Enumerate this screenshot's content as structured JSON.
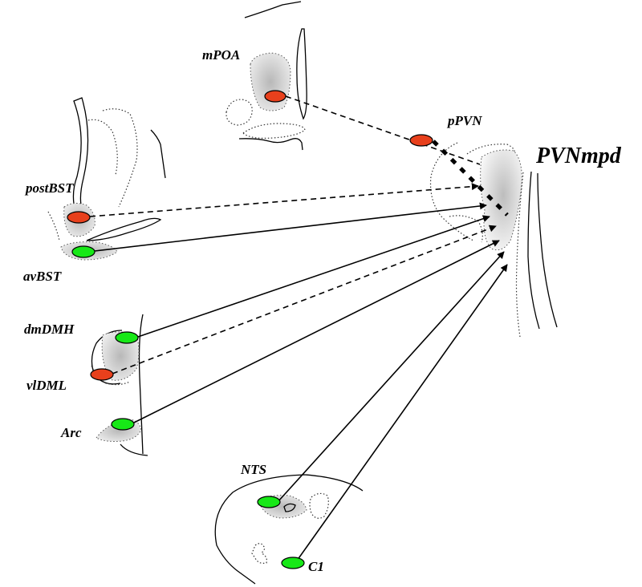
{
  "labels": {
    "mpoa": "mPOA",
    "ppvn": "pPVN",
    "pvnmpd": "PVNmpd",
    "postbst": "postBST",
    "avbst": "avBST",
    "dmdmh": "dmDMH",
    "vldml": "vlDML",
    "arc": "Arc",
    "nts": "NTS",
    "c1": "C1"
  },
  "colors": {
    "red_node": "#e8401c",
    "green_node": "#17e817",
    "shade_dark": "#c4c4c4",
    "shade_light": "#f4f4f4",
    "line": "#000000"
  },
  "projections": [
    {
      "from": "mPOA",
      "to": "PVNmpd",
      "style": "dashed",
      "source_color": "red"
    },
    {
      "from": "pPVN",
      "to": "PVNmpd",
      "style": "heavy-dashed",
      "source_color": "red"
    },
    {
      "from": "postBST",
      "to": "PVNmpd",
      "style": "dashed",
      "source_color": "red"
    },
    {
      "from": "avBST",
      "to": "PVNmpd",
      "style": "solid",
      "source_color": "green"
    },
    {
      "from": "dmDMH",
      "to": "PVNmpd",
      "style": "solid",
      "source_color": "green"
    },
    {
      "from": "vlDML",
      "to": "PVNmpd",
      "style": "dashed",
      "source_color": "red"
    },
    {
      "from": "Arc",
      "to": "PVNmpd",
      "style": "solid",
      "source_color": "green"
    },
    {
      "from": "NTS",
      "to": "PVNmpd",
      "style": "solid",
      "source_color": "green"
    },
    {
      "from": "C1",
      "to": "PVNmpd",
      "style": "solid",
      "source_color": "green"
    }
  ]
}
